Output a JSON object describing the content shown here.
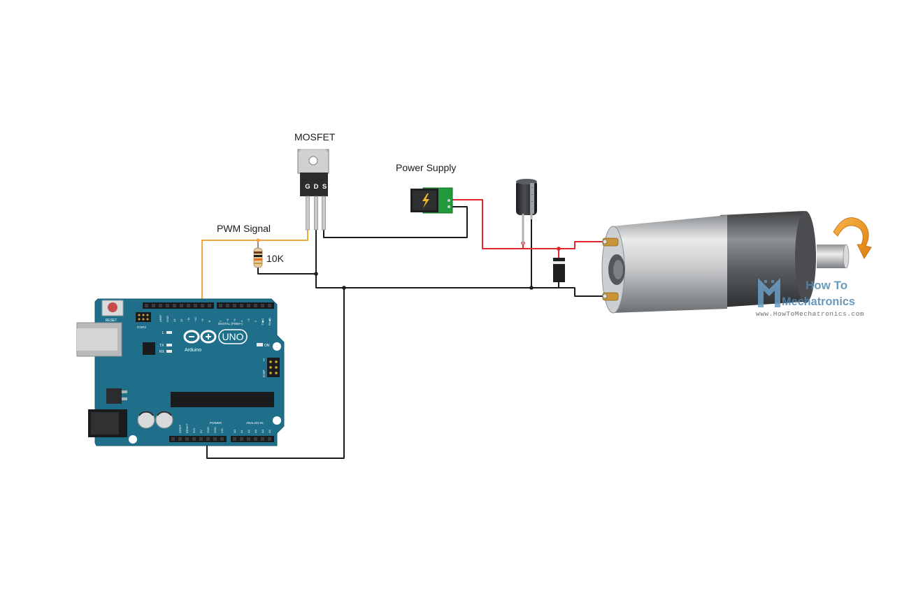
{
  "labels": {
    "mosfet": "MOSFET",
    "power_supply": "Power Supply",
    "pwm_signal": "PWM Signal",
    "resistor_value": "10K"
  },
  "mosfet_pins": {
    "gate": "G",
    "drain": "D",
    "source": "S"
  },
  "arduino": {
    "reset": "RESET",
    "icsp2": "ICSP2",
    "aref": "AREF",
    "gnd": "GND",
    "digital_header": "DIGITAL (PWM~)",
    "tx_pin": "TX▶1",
    "rx_pin": "RX◀0",
    "led_l": "L",
    "led_tx": "TX",
    "led_rx": "RX",
    "brand": "Arduino",
    "model": "UNO",
    "on": "ON",
    "icsp": "ICSP",
    "icsp_pin1": "1",
    "power_header": "POWER",
    "analog_header": "ANALOG IN",
    "power_pins": [
      "IOREF",
      "RESET",
      "3V3",
      "5V",
      "GND",
      "GND",
      "VIN"
    ],
    "analog_pins": [
      "A0",
      "A1",
      "A2",
      "A3",
      "A4",
      "A5"
    ],
    "digital_pins": [
      "13",
      "12",
      "~11",
      "~10",
      "~9",
      "8",
      "7",
      "~6",
      "~5",
      "4",
      "~3",
      "2"
    ]
  },
  "watermark": {
    "line1": "How To",
    "line2": "Mechatronics",
    "url": "www.HowToMechatronics.com"
  },
  "colors": {
    "wire_black": "#1a1a1a",
    "wire_red": "#e0262b",
    "wire_orange": "#f0a83c",
    "arduino_blue": "#1f6f8b",
    "watermark": "#4f88b0"
  }
}
